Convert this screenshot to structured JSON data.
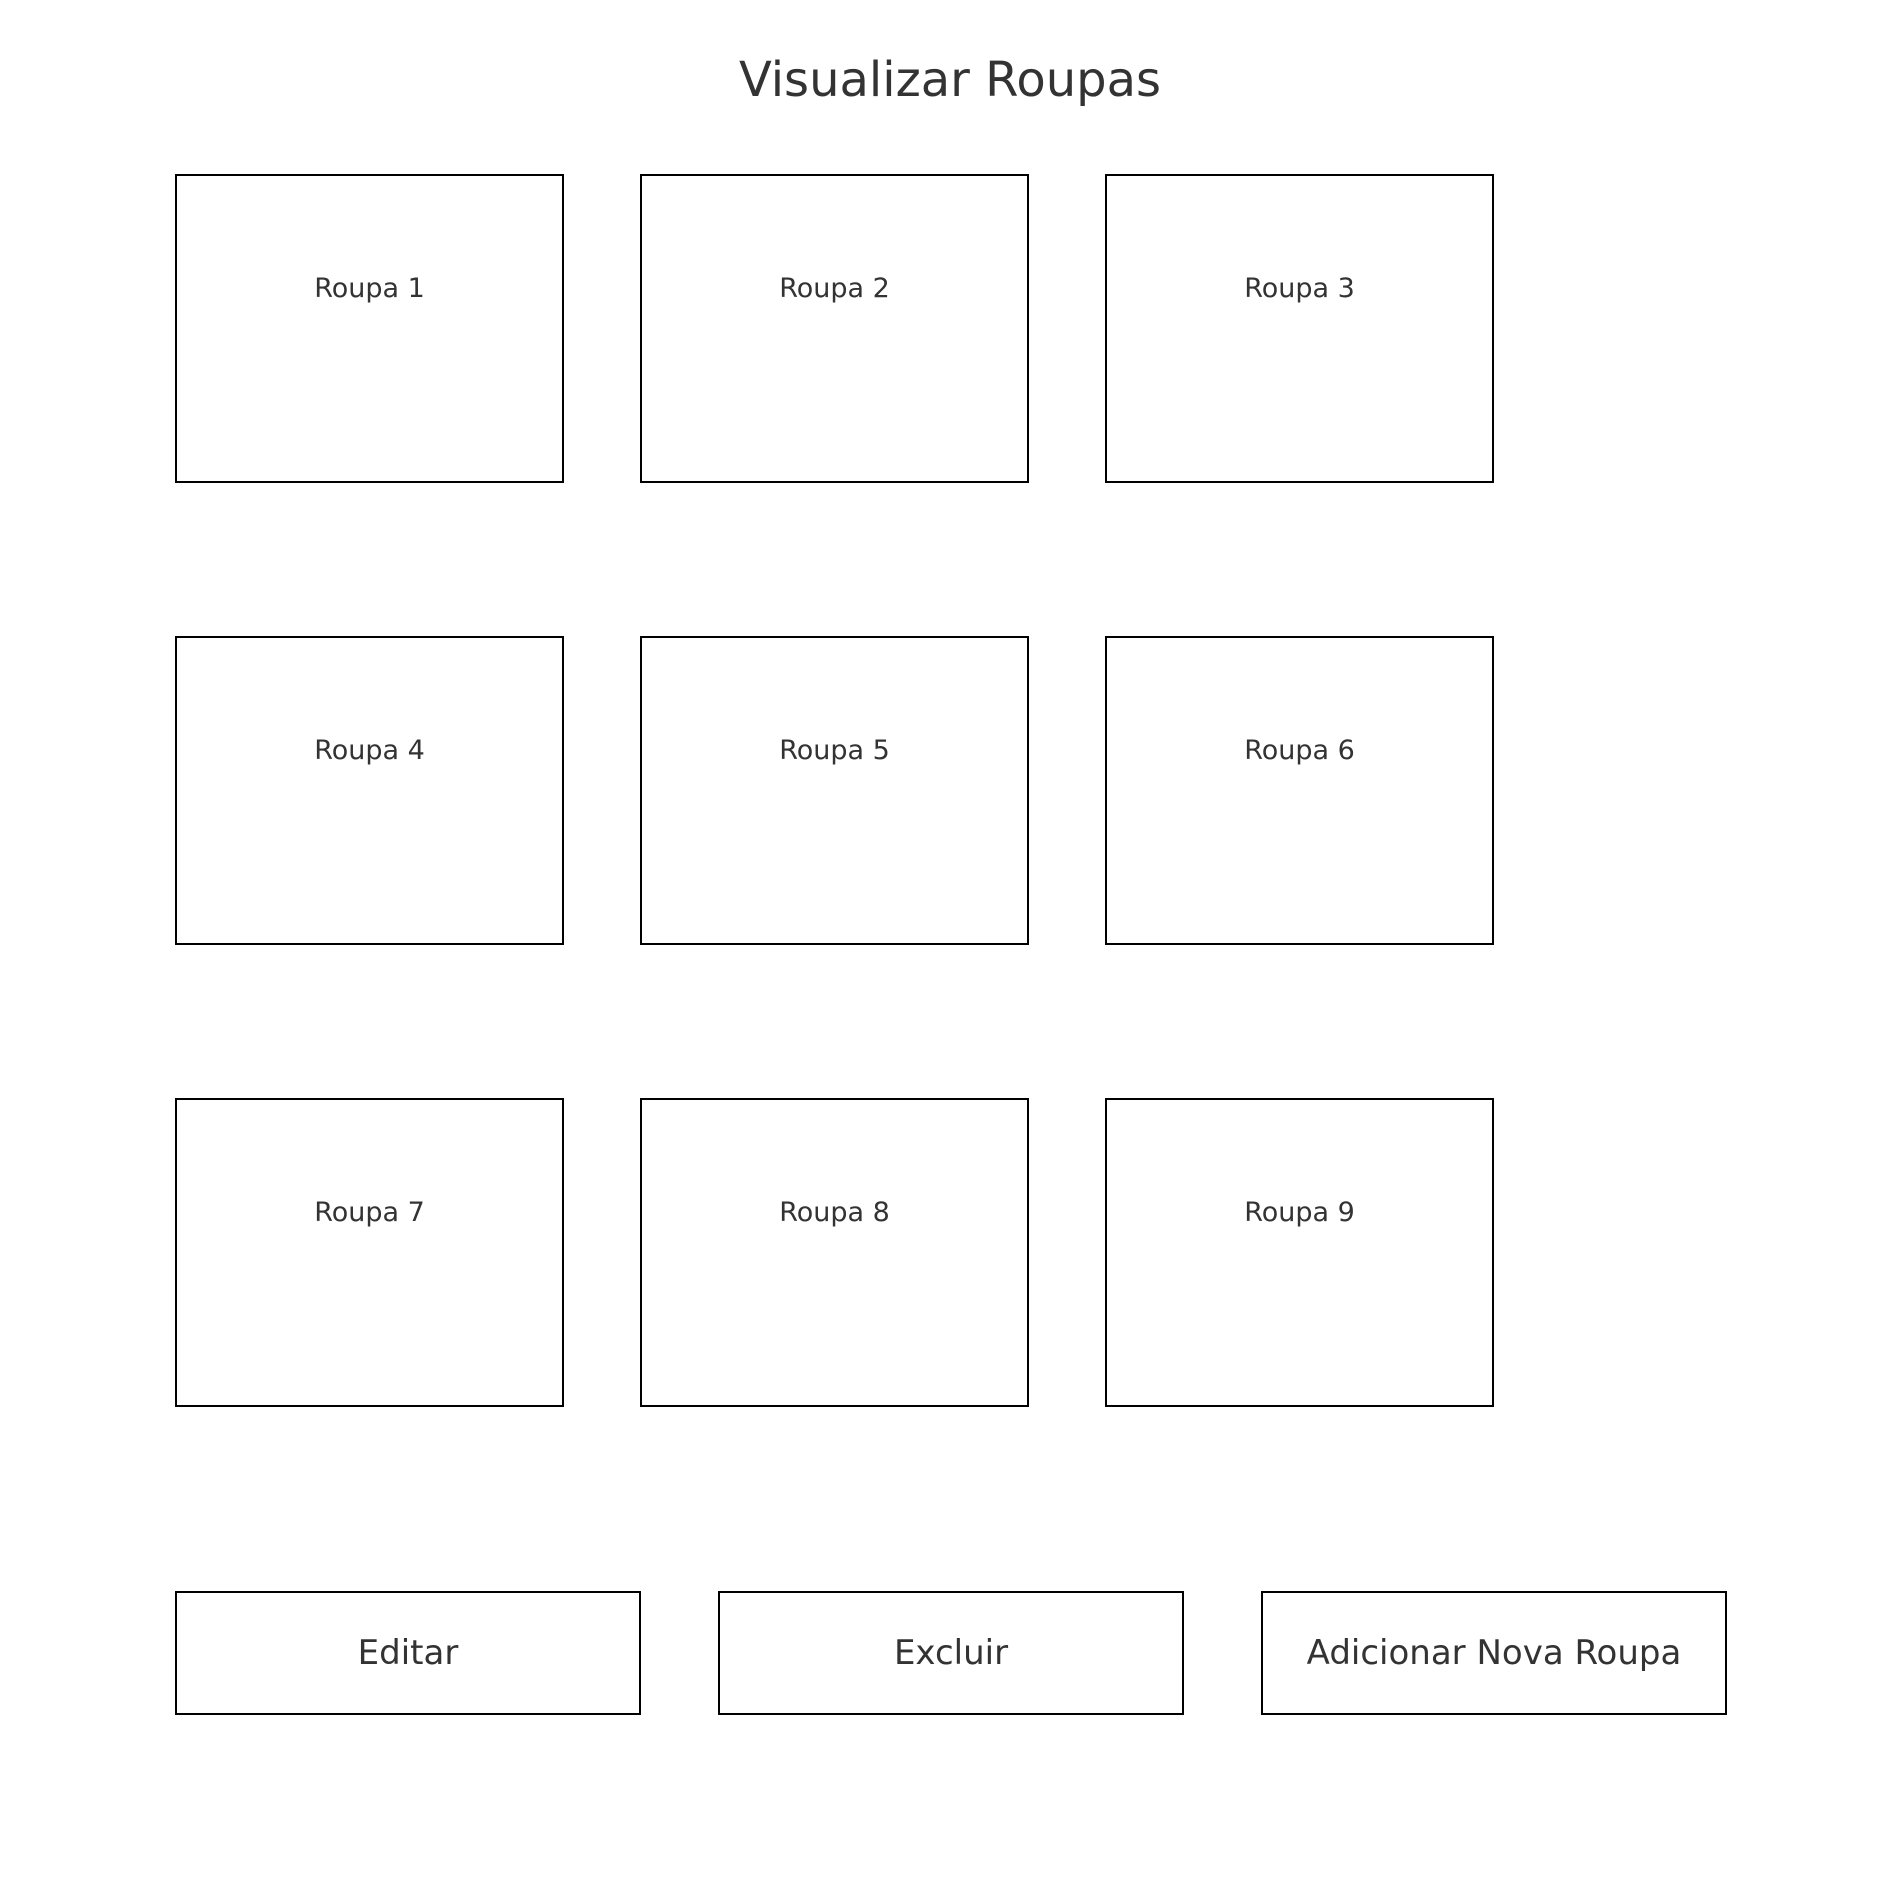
{
  "page": {
    "title": "Visualizar Roupas"
  },
  "items": [
    {
      "label": "Roupa 1"
    },
    {
      "label": "Roupa 2"
    },
    {
      "label": "Roupa 3"
    },
    {
      "label": "Roupa 4"
    },
    {
      "label": "Roupa 5"
    },
    {
      "label": "Roupa 6"
    },
    {
      "label": "Roupa 7"
    },
    {
      "label": "Roupa 8"
    },
    {
      "label": "Roupa 9"
    }
  ],
  "actions": {
    "edit_label": "Editar",
    "delete_label": "Excluir",
    "add_label": "Adicionar Nova Roupa"
  },
  "colors": {
    "border": "#000000",
    "text": "#333333",
    "background": "#ffffff"
  }
}
